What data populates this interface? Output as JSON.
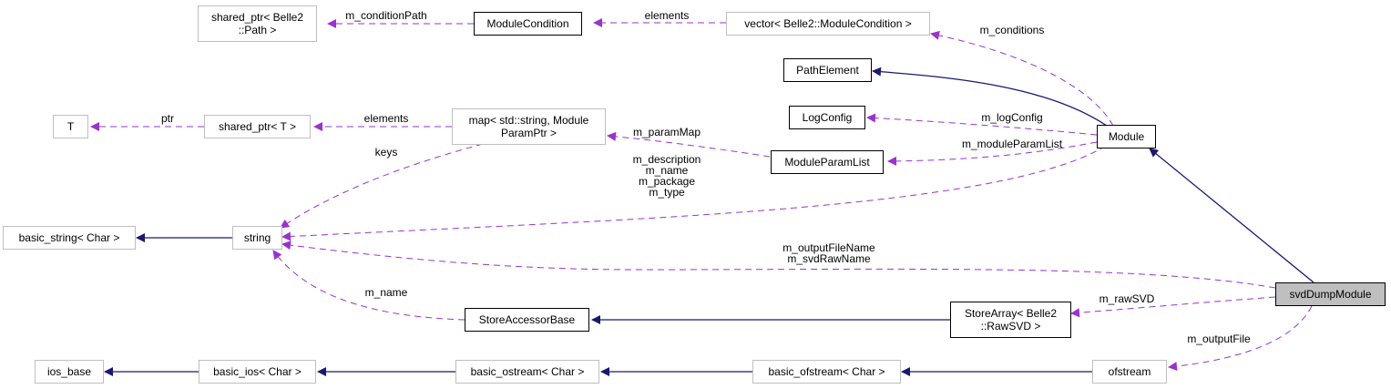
{
  "diagram": {
    "title": "svdDumpModule collaboration graph",
    "colors": {
      "inheritance_edge": "#191970",
      "member_edge": "#9a32cd",
      "self_node_fill": "#bfbfbf",
      "external_node_border": "#bfbfbf",
      "documented_node_border": "#000000"
    },
    "nodes": {
      "shared_ptr_path": "shared_ptr< Belle2\n::Path >",
      "module_condition": "ModuleCondition",
      "vector_module_condition": "vector< Belle2::ModuleCondition >",
      "path_element": "PathElement",
      "t": "T",
      "shared_ptr_t": "shared_ptr< T >",
      "map_param": "map< std::string, Module\nParamPtr >",
      "log_config": "LogConfig",
      "module": "Module",
      "module_param_list": "ModuleParamList",
      "basic_string": "basic_string< Char >",
      "string": "string",
      "svd_dump_module": "svdDumpModule",
      "store_accessor_base": "StoreAccessorBase",
      "store_array": "StoreArray< Belle2\n::RawSVD >",
      "ios_base": "ios_base",
      "basic_ios": "basic_ios< Char >",
      "basic_ostream": "basic_ostream< Char >",
      "basic_ofstream": "basic_ofstream< Char >",
      "ofstream": "ofstream"
    },
    "edge_labels": {
      "m_conditionPath": "m_conditionPath",
      "elements_vector": "elements",
      "m_conditions": "m_conditions",
      "ptr": "ptr",
      "elements_map": "elements",
      "m_paramMap": "m_paramMap",
      "m_logConfig": "m_logConfig",
      "m_moduleParamList": "m_moduleParamList",
      "keys": "keys",
      "module_strings": "m_description\nm_name\nm_package\nm_type",
      "svd_strings": "m_outputFileName\nm_svdRawName",
      "m_name": "m_name",
      "m_rawSVD": "m_rawSVD",
      "m_outputFile": "m_outputFile"
    },
    "edges": [
      {
        "from": "module_condition",
        "to": "shared_ptr_path",
        "kind": "member",
        "label": "m_conditionPath"
      },
      {
        "from": "vector_module_condition",
        "to": "module_condition",
        "kind": "member",
        "label": "elements_vector"
      },
      {
        "from": "module",
        "to": "vector_module_condition",
        "kind": "member",
        "label": "m_conditions"
      },
      {
        "from": "module",
        "to": "path_element",
        "kind": "inheritance"
      },
      {
        "from": "shared_ptr_t",
        "to": "t",
        "kind": "member",
        "label": "ptr"
      },
      {
        "from": "map_param",
        "to": "shared_ptr_t",
        "kind": "member",
        "label": "elements_map"
      },
      {
        "from": "module_param_list",
        "to": "map_param",
        "kind": "member",
        "label": "m_paramMap"
      },
      {
        "from": "module",
        "to": "log_config",
        "kind": "member",
        "label": "m_logConfig"
      },
      {
        "from": "module",
        "to": "module_param_list",
        "kind": "member",
        "label": "m_moduleParamList"
      },
      {
        "from": "map_param",
        "to": "string",
        "kind": "member",
        "label": "keys"
      },
      {
        "from": "module",
        "to": "string",
        "kind": "member",
        "label": "module_strings"
      },
      {
        "from": "string",
        "to": "basic_string",
        "kind": "inheritance"
      },
      {
        "from": "svd_dump_module",
        "to": "module",
        "kind": "inheritance"
      },
      {
        "from": "svd_dump_module",
        "to": "string",
        "kind": "member",
        "label": "svd_strings"
      },
      {
        "from": "store_accessor_base",
        "to": "string",
        "kind": "member",
        "label": "m_name"
      },
      {
        "from": "store_array",
        "to": "store_accessor_base",
        "kind": "inheritance"
      },
      {
        "from": "svd_dump_module",
        "to": "store_array",
        "kind": "member",
        "label": "m_rawSVD"
      },
      {
        "from": "basic_ios",
        "to": "ios_base",
        "kind": "inheritance"
      },
      {
        "from": "basic_ostream",
        "to": "basic_ios",
        "kind": "inheritance"
      },
      {
        "from": "basic_ofstream",
        "to": "basic_ostream",
        "kind": "inheritance"
      },
      {
        "from": "ofstream",
        "to": "basic_ofstream",
        "kind": "inheritance"
      },
      {
        "from": "svd_dump_module",
        "to": "ofstream",
        "kind": "member",
        "label": "m_outputFile"
      }
    ]
  }
}
